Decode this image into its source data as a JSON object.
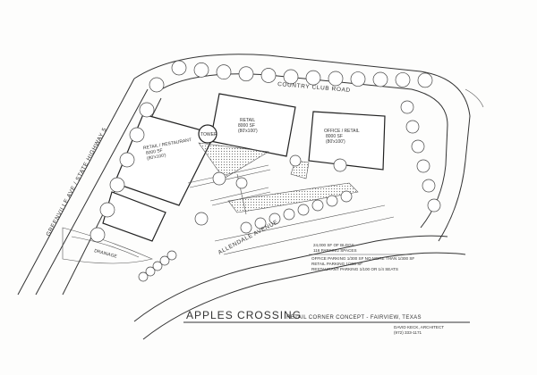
{
  "roads": {
    "north": "COUNTRY CLUB ROAD",
    "west": "GREENVILLE AVE / STATE HIGHWAY 5",
    "interior": "ALLENDALE AVENUE",
    "drainage": "DRAINAGE"
  },
  "buildings": [
    {
      "name": "RETAIL",
      "area": "8000 SF",
      "dims": "(80'x100')"
    },
    {
      "name": "OFFICE / RETAIL",
      "area": "8000 SF",
      "dims": "(80'x100')"
    },
    {
      "name": "RETAIL / RESTAURANT",
      "area": "8000 SF",
      "dims": "(80'x100')"
    }
  ],
  "plaza": {
    "label": "TOWER"
  },
  "notes": [
    "24,000 SF OF BLDGS",
    "116 PARKING SPACES",
    "OFFICE PARKING  1/300 SF  NO MORE THAN 1/300 SF",
    "RETAIL PARKING  1/200 SF",
    "RESTAURANT PARKING  1/100 OR 1/4 SEATS"
  ],
  "title_block": {
    "title": "APPLES CROSSING",
    "subtitle": "RETAIL CORNER CONCEPT - FAIRVIEW, TEXAS",
    "architect": "DAVID KECK, ARCHITECT",
    "phone": "(972) 333-1171"
  }
}
